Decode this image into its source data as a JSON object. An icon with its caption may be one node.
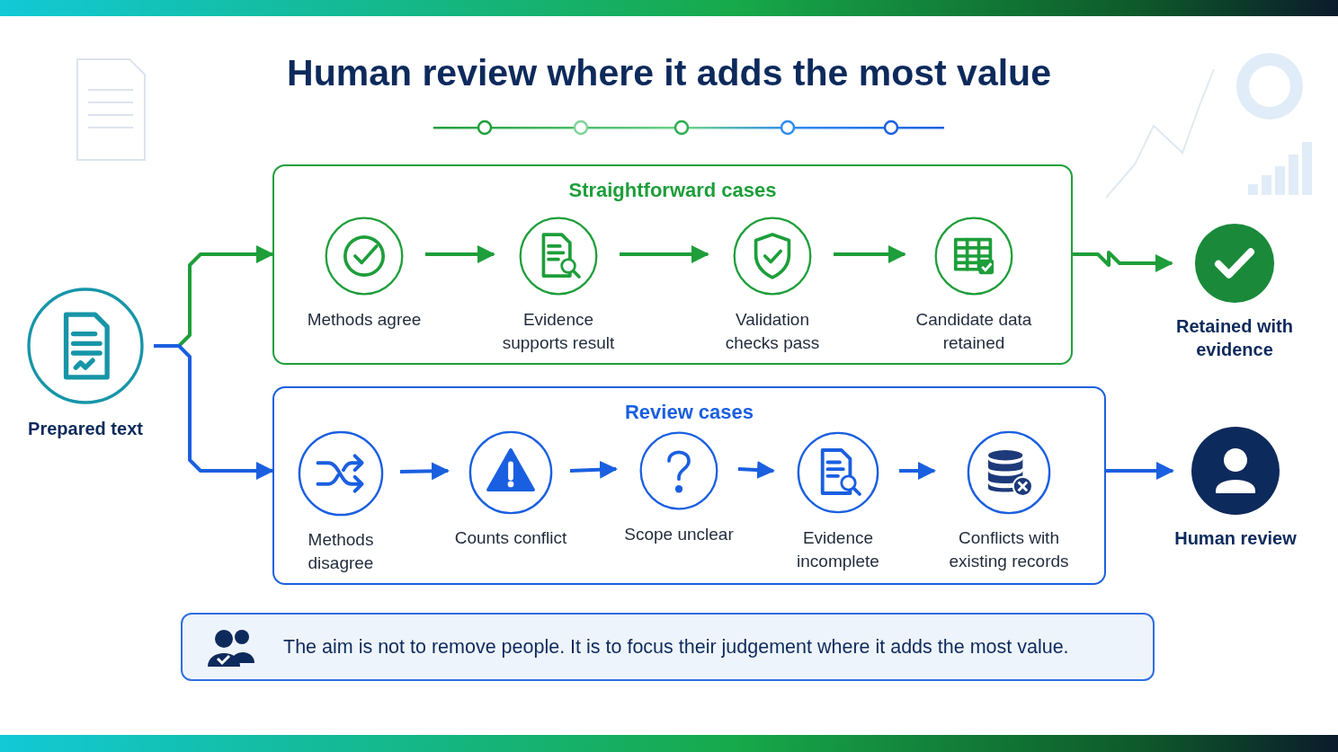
{
  "diagram": {
    "title": "Human review where it adds the most value",
    "nodes": [
      {
        "text": [
          "Prepared text"
        ]
      },
      {
        "text": [
          "Straightforward cases"
        ]
      },
      {
        "text": [
          "Methods agree"
        ],
        "in": 1
      },
      {
        "text": [
          "Evidence supports result"
        ],
        "in": 1
      },
      {
        "text": [
          "Validation checks pass"
        ],
        "in": 1
      },
      {
        "text": [
          "Candidate data retained"
        ],
        "in": 1
      },
      {
        "text": [
          "Review cases"
        ]
      },
      {
        "text": [
          "Methods disagree"
        ],
        "in": 6
      },
      {
        "text": [
          "Counts conflict"
        ],
        "in": 6
      },
      {
        "text": [
          "Scope unclear"
        ],
        "in": 6
      },
      {
        "text": [
          "Evidence incomplete"
        ],
        "in": 6
      },
      {
        "text": [
          "Conflicts with existing records"
        ],
        "in": 6
      },
      {
        "text": [
          "Retained with evidence"
        ]
      },
      {
        "text": [
          "Human review"
        ]
      },
      {
        "text": [
          "The aim is not to remove people. It is to focus their judgement where it adds the most value."
        ]
      }
    ],
    "edges": [
      {
        "from": 0,
        "to": 1,
        "arrow": "to",
        "color": "#1e9e3a"
      },
      {
        "from": 0,
        "to": 6,
        "arrow": "to"
      },
      {
        "from": 2,
        "to": 3,
        "arrow": "to",
        "color": "#1e9e3a"
      },
      {
        "from": 3,
        "to": 4,
        "arrow": "to",
        "color": "#1e9e3a"
      },
      {
        "from": 4,
        "to": 5,
        "arrow": "to",
        "color": "#1e9e3a"
      },
      {
        "from": 1,
        "to": 12,
        "arrow": "to",
        "color": "#1e9e3a"
      },
      {
        "from": 7,
        "to": 8,
        "arrow": "to"
      },
      {
        "from": 8,
        "to": 9,
        "arrow": "to"
      },
      {
        "from": 9,
        "to": 10,
        "arrow": "to"
      },
      {
        "from": 10,
        "to": 11,
        "arrow": "to"
      },
      {
        "from": 6,
        "to": 13,
        "arrow": "to"
      }
    ]
  }
}
